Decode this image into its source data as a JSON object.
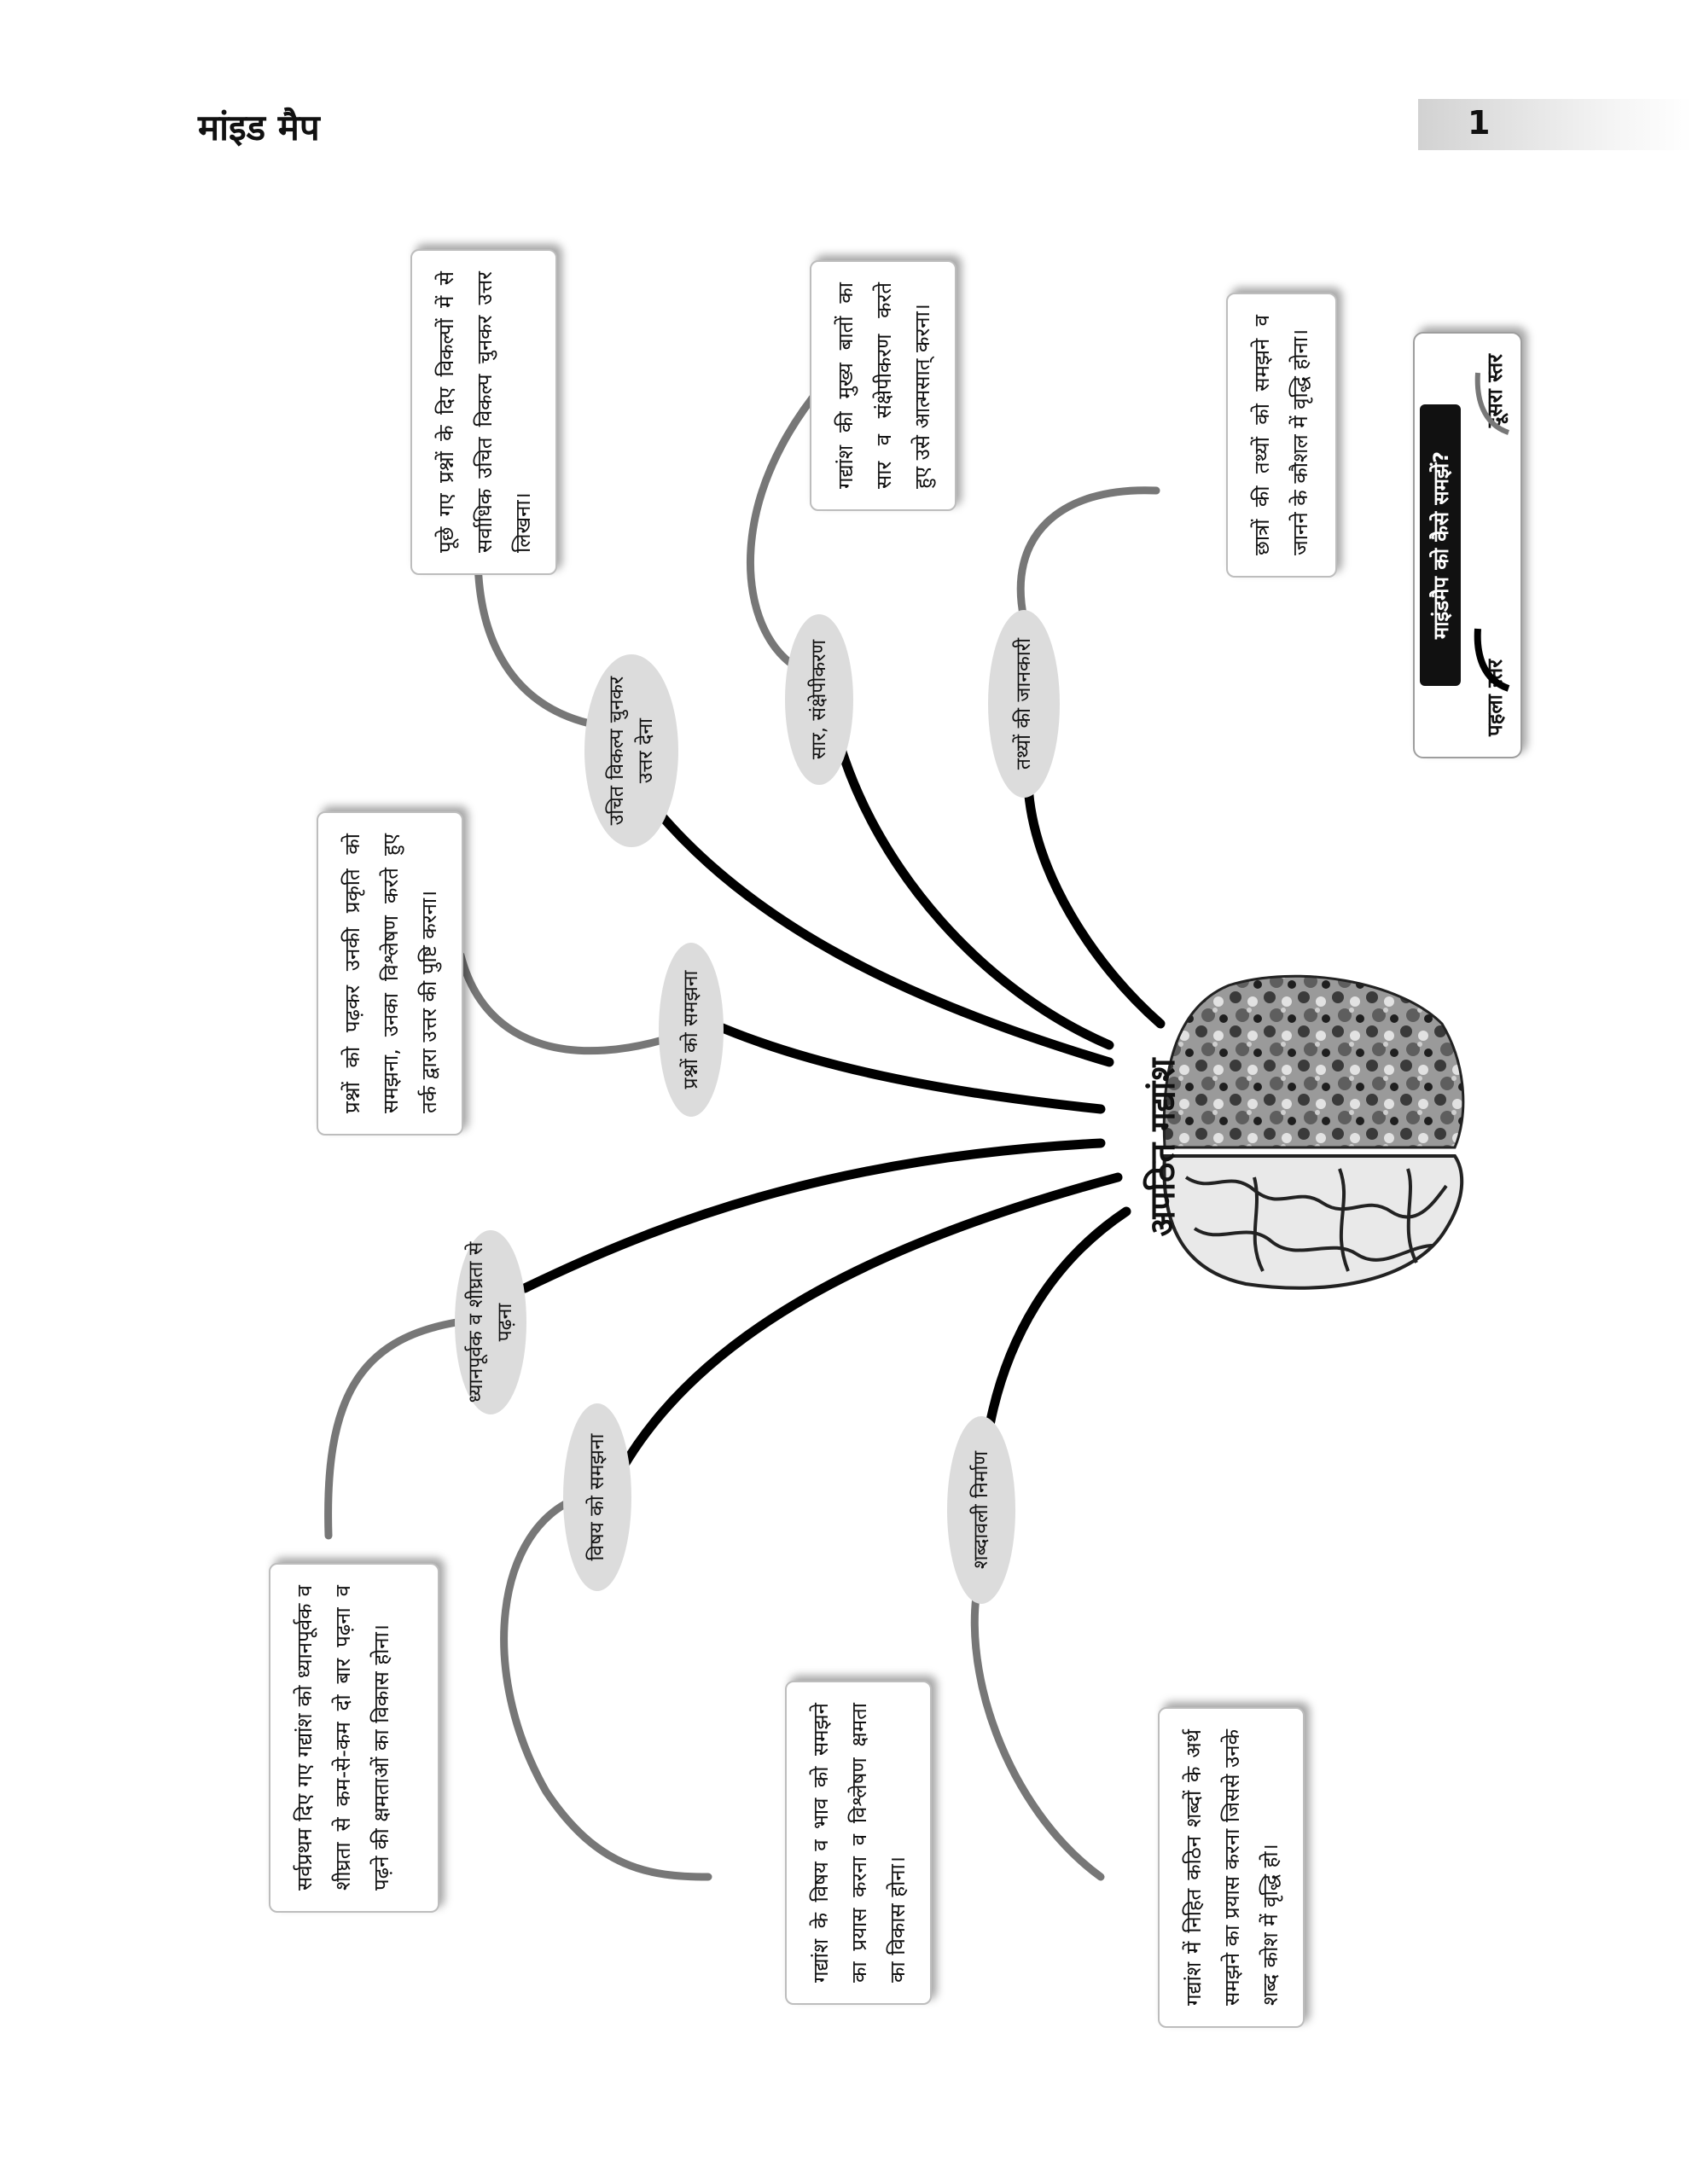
{
  "header": {
    "title": "मांइड मैप",
    "page_number": "1"
  },
  "center": {
    "label": "अपठित गद्यांश"
  },
  "branches": [
    {
      "pill": "ध्यानपूर्वक व शीघ्रता से पढ़ना",
      "box": "सर्वप्रथम दिए गए गद्यांश को ध्यानपूर्वक व शीघ्रता से कम-से-कम दो बार पढ़ना व पढ़ने की क्षमताओं का विकास होना।"
    },
    {
      "pill": "प्रश्नों को समझना",
      "box": "प्रश्नों को पढ़कर उनकी प्रकृति को समझना, उनका विश्लेषण करते हुए तर्क द्वारा उत्तर की पुष्टि करना।"
    },
    {
      "pill": "उचित विकल्प चुनकर उत्तर देना",
      "box": "पूछे गए प्रश्नों के दिए विकल्पों में से सर्वाधिक उचित विकल्प चुनकर उत्तर लिखना।"
    },
    {
      "pill": "सार, संक्षेपीकरण",
      "box": "गद्यांश की मुख्य बातों का सार व संक्षेपीकरण करते हुए उसे आत्मसात् करना।"
    },
    {
      "pill": "तथ्यों की जानकारी",
      "box": "छात्रों की तथ्यों को समझने व जानने के कौशल में वृद्धि होना।"
    },
    {
      "pill": "विषय को समझना",
      "box": "गद्यांश के विषय व भाव को समझने का प्रयास करना व विश्लेषण क्षमता का विकास होना।"
    },
    {
      "pill": "शब्दावली निर्माण",
      "box": "गद्यांश में निहित कठिन शब्दों के अर्थ समझने का प्रयास करना जिससे उनके शब्द कोश में वृद्धि हो।"
    }
  ],
  "legend": {
    "title": "माइंडमैप को कैसे समझें?",
    "first_level": "पहला स्तर",
    "second_level": "दूसरा स्तर"
  }
}
